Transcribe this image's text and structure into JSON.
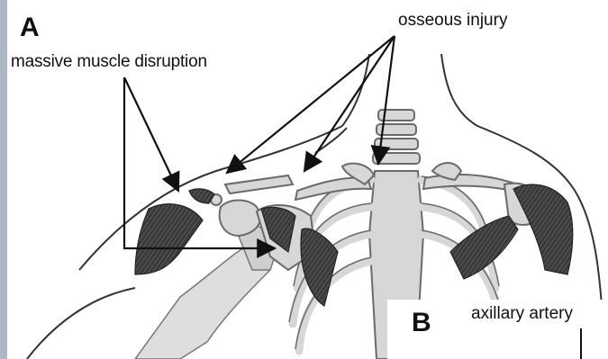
{
  "panels": {
    "a_label": "A",
    "b_label": "B"
  },
  "annotations": {
    "muscle": "massive muscle disruption",
    "osseous": "osseous injury",
    "axillary": "axillary artery"
  },
  "colors": {
    "bone_fill": "#d7d7d7",
    "bone_stroke": "#6a6a6a",
    "muscle_fill": "#3a3a3a",
    "line": "#111111",
    "left_strip": "#aab7c4"
  }
}
